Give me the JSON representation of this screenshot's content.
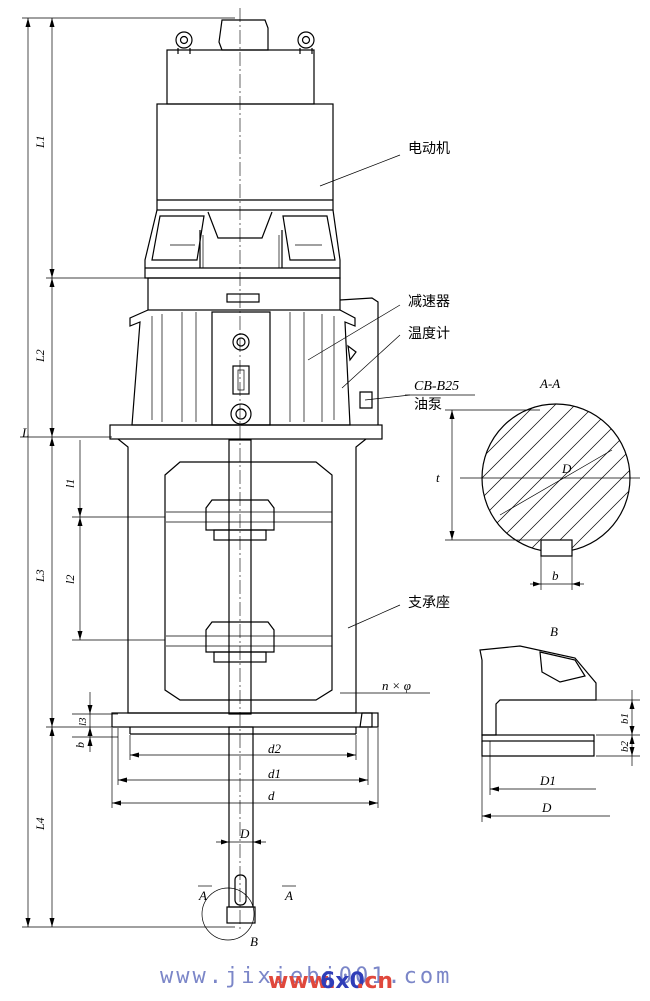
{
  "labels": {
    "motor": "电动机",
    "reducer": "减速器",
    "thermometer": "温度计",
    "pump_model": "CB-B25",
    "oil_pump": "油泵",
    "support_seat": "支承座",
    "bolt_holes": "n × φ"
  },
  "section": {
    "title": "A-A",
    "dia": "D",
    "t": "t",
    "b": "b",
    "cut_mark_left": "A",
    "cut_mark_right": "A"
  },
  "detail": {
    "title": "B",
    "b1": "b1",
    "b2": "b2",
    "D1": "D1",
    "D": "D",
    "circle_label": "B"
  },
  "dims": {
    "L": "L",
    "L1": "L1",
    "L2": "L2",
    "L3": "L3",
    "L4": "L4",
    "l1": "l1",
    "l2": "l2",
    "l3": "l3",
    "b": "b",
    "d2": "d2",
    "d1": "d1",
    "d": "d",
    "D": "D"
  },
  "watermark": {
    "back": "www.jixiebj001.com",
    "front_www": "www.",
    "front_6x0": "6x0",
    "front_cn": ".cn"
  }
}
